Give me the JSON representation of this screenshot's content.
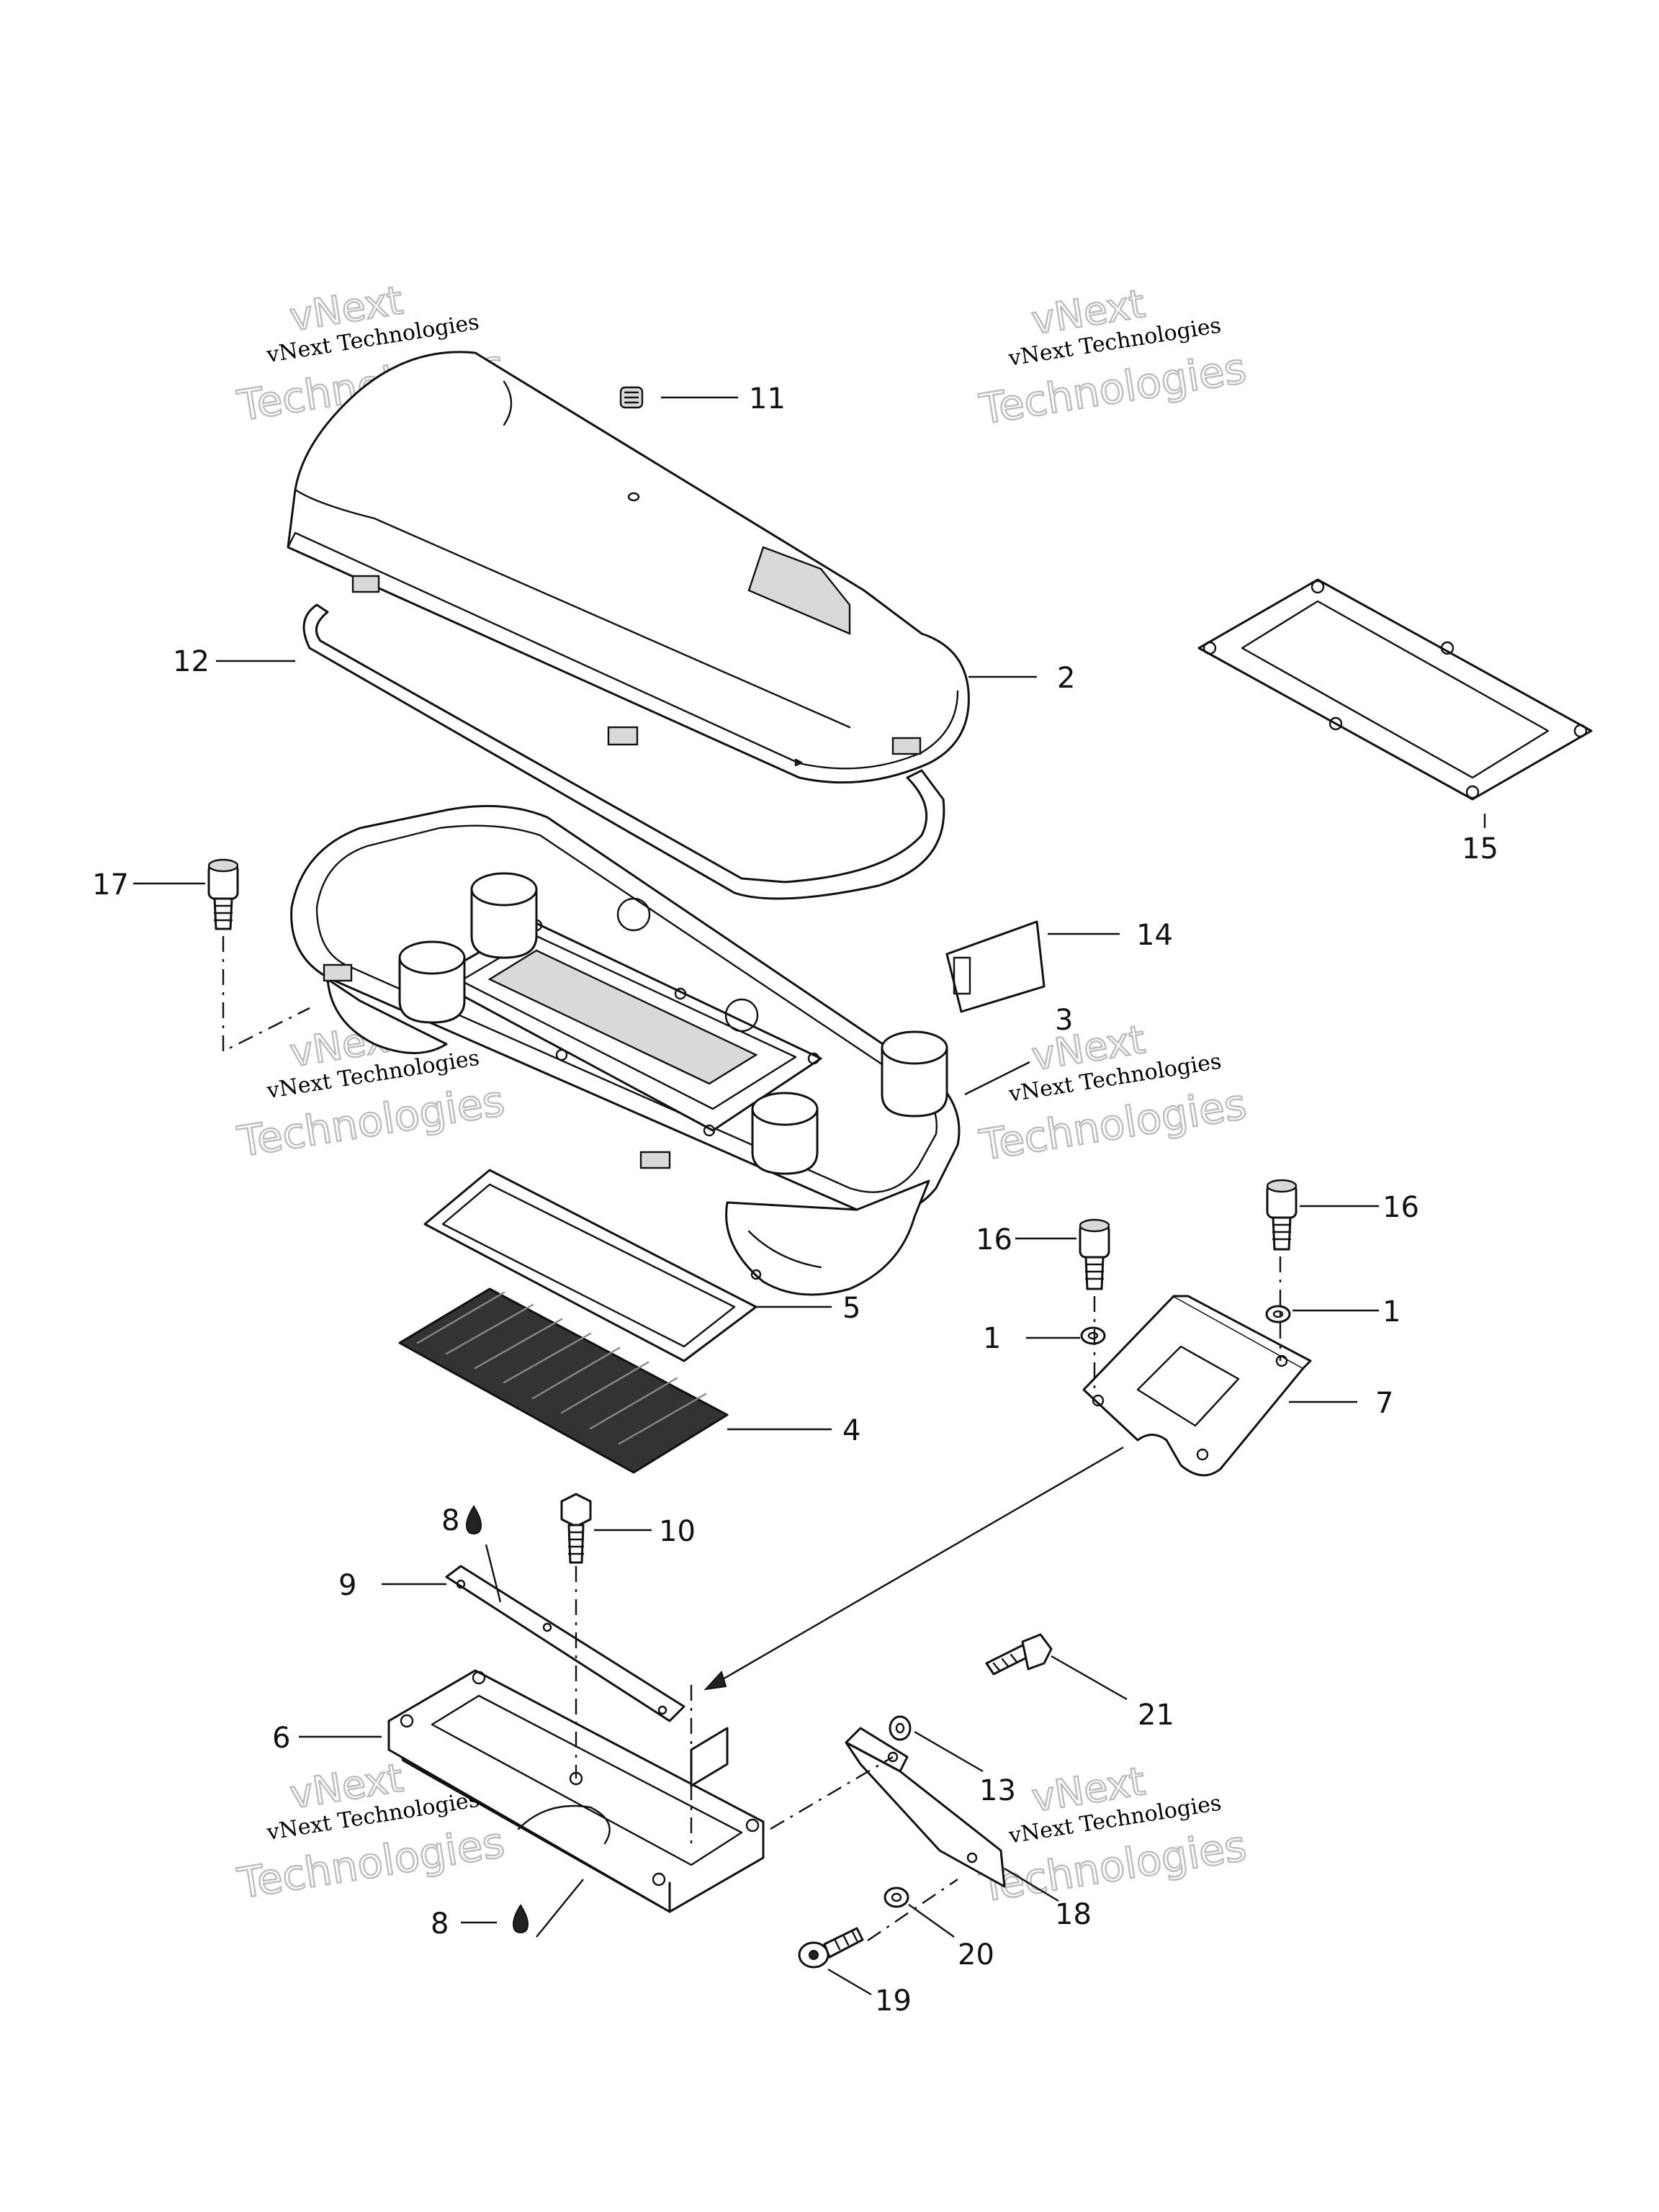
{
  "watermark": {
    "line1": "vNext",
    "line2": "vNext Technologies",
    "line3": "Technologies"
  },
  "callouts": {
    "c1a": "1",
    "c1b": "1",
    "c2": "2",
    "c3": "3",
    "c4": "4",
    "c5": "5",
    "c6": "6",
    "c7": "7",
    "c8a": "8",
    "c8b": "8",
    "c9": "9",
    "c10": "10",
    "c11": "11",
    "c12": "12",
    "c13": "13",
    "c14": "14",
    "c15": "15",
    "c16a": "16",
    "c16b": "16",
    "c17": "17",
    "c18": "18",
    "c19": "19",
    "c20": "20",
    "c21": "21"
  },
  "icons": {
    "sealant": "drop-icon"
  }
}
